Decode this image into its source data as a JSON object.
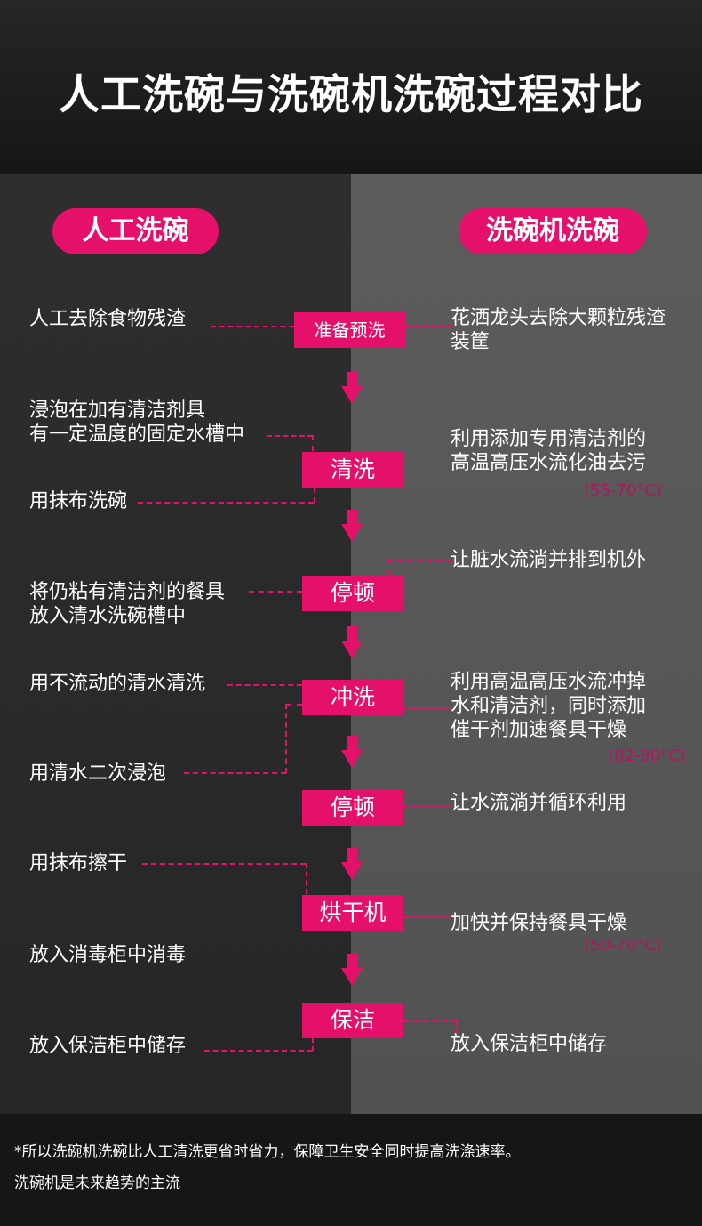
{
  "title": "人工洗碗与洗碗机洗碗过程对比",
  "left_heading": "人工洗碗",
  "right_heading": "洗碗机洗碗",
  "steps": [
    "准备预洗",
    "清洗",
    "停顿",
    "冲洗",
    "停顿",
    "烘干机",
    "保洁"
  ],
  "left_texts": [
    "人工去除食物残渣",
    "浸泡在加有清洁剂具",
    "有一定温度的固定水槽中",
    "用抹布洗碗",
    "将仍粘有清洁剂的餐具",
    "放入清水洗碗槽中",
    "用不流动的清水清洗",
    "用清水二次浸泡",
    "用抹布擦干",
    "放入消毒柜中消毒",
    "放入保洁柜中储存"
  ],
  "right_texts": [
    "花洒龙头去除大颗粒残渣",
    "装筐",
    "利用添加专用清洁剂的",
    "高温高压水流化油去污",
    "让脏水流淌并排到机外",
    "利用高温高压水流冲掉",
    "水和清洁剂，同时添加",
    "催干剂加速餐具干燥",
    "让水流淌并循环利用",
    "加快并保持餐具干燥",
    "放入保洁柜中储存"
  ],
  "temps": [
    "(55-70°C)",
    "(82-90°C)",
    "(50-70°C)"
  ],
  "footer": [
    "*所以洗碗机洗碗比人工清洗更省时省力，保障卫生安全同时提高洗涤速率。",
    "洗碗机是未来趋势的主流"
  ],
  "colors": {
    "accent": "#e5106a",
    "temp": "#b01760"
  }
}
